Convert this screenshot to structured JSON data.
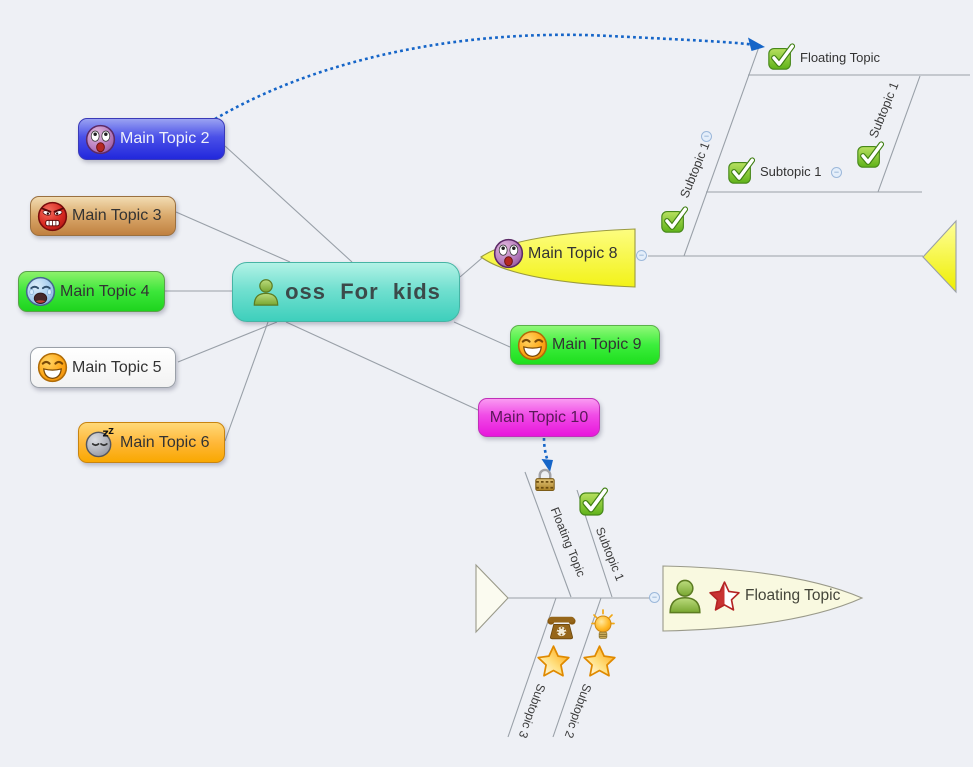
{
  "background_color": "#eef0f5",
  "relationship_color": "#1565c8",
  "line_color": "#99a0a8",
  "central_topic": {
    "label": "oss  For  kids",
    "icon": "person-icon"
  },
  "main_topics": [
    {
      "label": "Main Topic 2",
      "icon": "shocked-face-icon",
      "fill": "#4a50e8"
    },
    {
      "label": "Main Topic 3",
      "icon": "angry-face-icon",
      "fill": "#d9a86a"
    },
    {
      "label": "Main Topic 4",
      "icon": "crying-face-icon",
      "fill": "#3ce63a"
    },
    {
      "label": "Main Topic 5",
      "icon": "laughing-face-icon",
      "fill": "#ffffff"
    },
    {
      "label": "Main Topic 6",
      "icon": "sleeping-face-icon",
      "fill": "#ffb83a"
    },
    {
      "label": "Main Topic 8",
      "icon": "shocked-face-icon",
      "fill": "#f6f63a"
    },
    {
      "label": "Main Topic 9",
      "icon": "laughing-face-icon",
      "fill": "#3cee3c"
    },
    {
      "label": "Main Topic 10",
      "icon": null,
      "fill": "#f04ae6"
    }
  ],
  "top_fishbone": {
    "root": {
      "label": "Floating Topic",
      "icon": "check-icon"
    },
    "rib_left": {
      "label": "Subtopic 1",
      "icon": "check-icon"
    },
    "rib_left_child": {
      "label": "Subtopic 1",
      "icon": "check-icon"
    },
    "rib_right": {
      "label": "Subtopic 1",
      "icon": "check-icon"
    }
  },
  "bottom_fishbone": {
    "head": {
      "label": "Floating Topic",
      "icons": [
        "person-icon",
        "red-star-icon"
      ]
    },
    "rib_floating": {
      "label": "Floating Topic",
      "icon": "lock-icon"
    },
    "rib_subtopic1": {
      "label": "Subtopic 1",
      "icon": "check-icon"
    },
    "rib_subtopic3": {
      "label": "Subtopic 3",
      "icons": [
        "phone-icon",
        "orange-star-icon"
      ]
    },
    "rib_subtopic2": {
      "label": "Subtopic 2",
      "icons": [
        "bulb-icon",
        "orange-star-icon"
      ]
    }
  },
  "collapse_control": {
    "symbol": "−"
  }
}
